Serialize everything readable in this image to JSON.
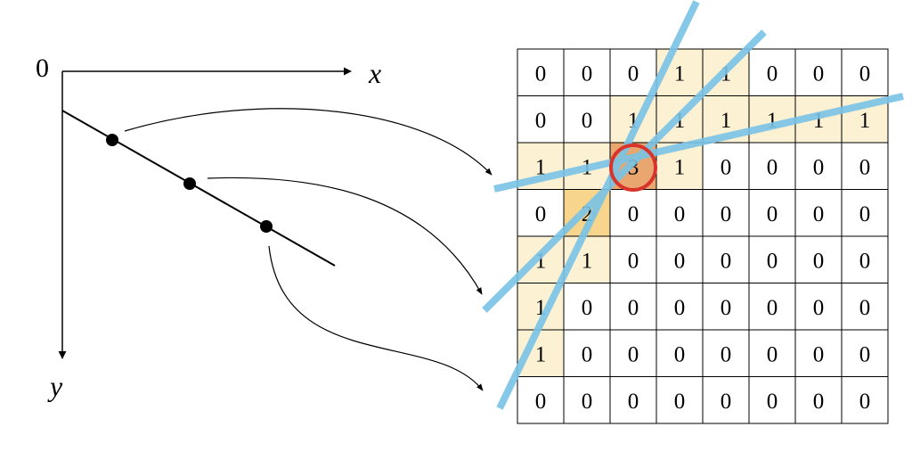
{
  "axes": {
    "origin_label": "0",
    "x_label": "x",
    "y_label": "y"
  },
  "grid": {
    "rows": 8,
    "cols": 8,
    "values": [
      [
        "0",
        "0",
        "0",
        "1",
        "1",
        "0",
        "0",
        "0"
      ],
      [
        "0",
        "0",
        "1",
        "1",
        "1",
        "1",
        "1",
        "1"
      ],
      [
        "1",
        "1",
        "3",
        "1",
        "0",
        "0",
        "0",
        "0"
      ],
      [
        "0",
        "2",
        "0",
        "0",
        "0",
        "0",
        "0",
        "0"
      ],
      [
        "1",
        "1",
        "0",
        "0",
        "0",
        "0",
        "0",
        "0"
      ],
      [
        "1",
        "0",
        "0",
        "0",
        "0",
        "0",
        "0",
        "0"
      ],
      [
        "1",
        "0",
        "0",
        "0",
        "0",
        "0",
        "0",
        "0"
      ],
      [
        "0",
        "0",
        "0",
        "0",
        "0",
        "0",
        "0",
        "0"
      ]
    ],
    "highlight_cell": [
      2,
      2
    ]
  },
  "colors": {
    "cell_vote": "#fdf1d4",
    "cell_two": "#f7d58c",
    "cell_max": "#e9a76f",
    "circle": "#d9342b",
    "hough_line": "#79c3e6",
    "ink": "#000000",
    "grid_line": "#000000"
  }
}
